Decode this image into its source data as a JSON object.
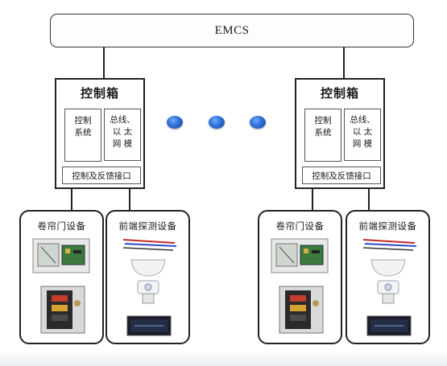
{
  "top": {
    "label": "EMCS"
  },
  "controllers": [
    {
      "title": "控制箱",
      "system_label": "控制\n系统",
      "bus_label": "总线、\n以 太\n网 模",
      "interface_label": "控制及反馈接口"
    },
    {
      "title": "控制箱",
      "system_label": "控制\n系统",
      "bus_label": "总线、\n以 太\n网 模",
      "interface_label": "控制及反馈接口"
    }
  ],
  "devices": [
    {
      "title": "卷帘门设备"
    },
    {
      "title": "前端探测设备"
    },
    {
      "title": "卷帘门设备"
    },
    {
      "title": "前端探测设备"
    }
  ],
  "colors": {
    "dot": "#2f6fd6",
    "line": "#222222"
  }
}
